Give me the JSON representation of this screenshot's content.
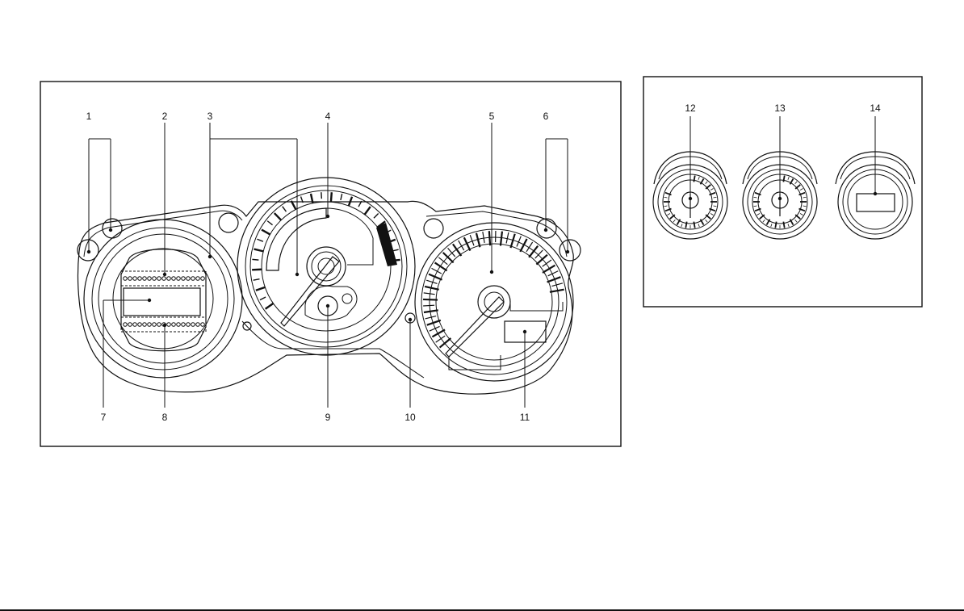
{
  "diagram": {
    "main_callouts": [
      "1",
      "2",
      "3",
      "4",
      "5",
      "6",
      "7",
      "8",
      "9",
      "10",
      "11"
    ],
    "side_callouts": [
      "12",
      "13",
      "14"
    ]
  }
}
